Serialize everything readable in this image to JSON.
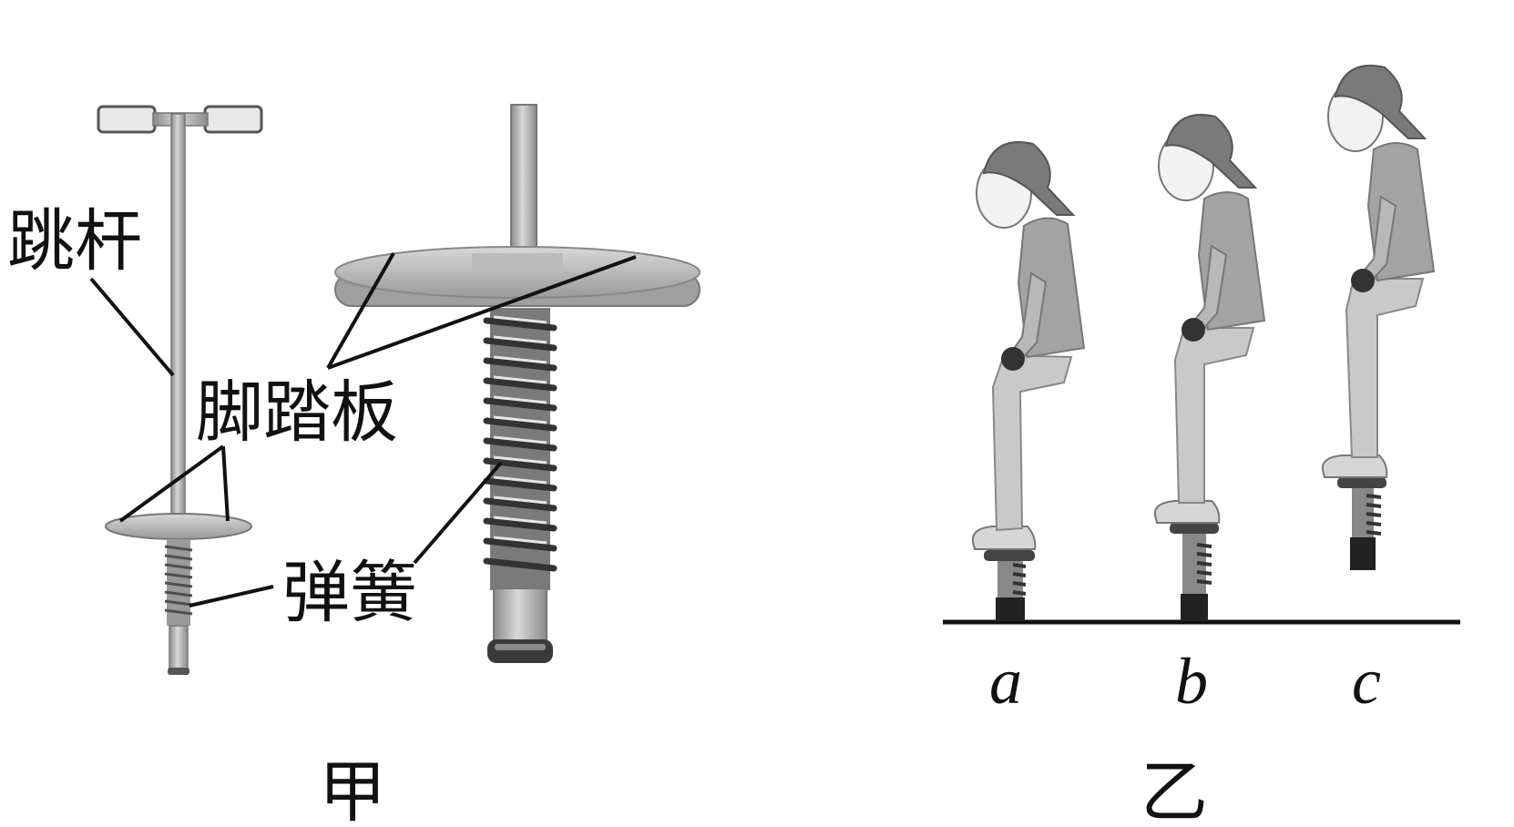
{
  "figure_jia": {
    "caption": "甲",
    "labels": {
      "tiao_gan": "跳杆",
      "jiao_ta_ban": "脚踏板",
      "tan_huang": "弹簧"
    }
  },
  "figure_yi": {
    "caption": "乙",
    "positions": [
      "a",
      "b",
      "c"
    ]
  },
  "colors": {
    "metal_light": "#d4d4d4",
    "metal_mid": "#a8a8a8",
    "metal_dark": "#6f6f6f",
    "shirt": "#a3a3a3",
    "pants": "#c9c9c9",
    "cap": "#7a7a7a",
    "line": "#111111"
  }
}
